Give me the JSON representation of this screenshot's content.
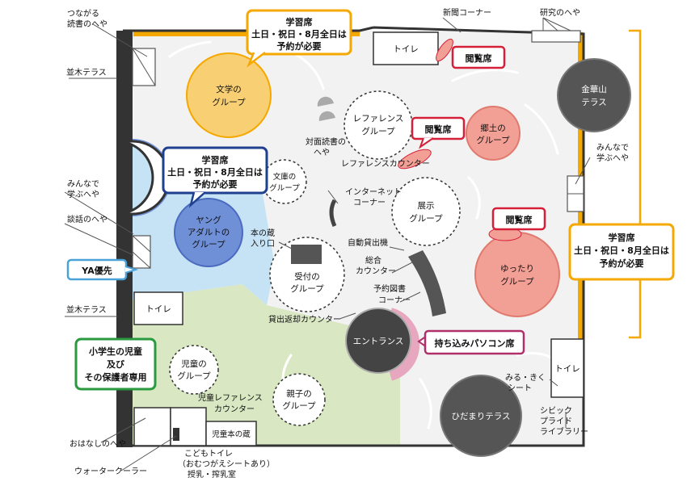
{
  "labels": {
    "tsunagaru1": "つながる",
    "tsunagaru2": "読書のへや",
    "namiki_top": "並木テラス",
    "minna_left1": "みんなで",
    "minna_left2": "学ぶへや",
    "danwa": "談話のへや",
    "ya": "YA優先",
    "namiki_bottom": "並木テラス",
    "children_note1": "小学生の児童",
    "children_note2": "及び",
    "children_note3": "その保護者専用",
    "ohanashi": "おはなしのへや",
    "water": "ウォータークーラー",
    "kodomo_toilet1": "こどもトイレ",
    "kodomo_toilet2": "（おむつがえシートあり）",
    "kodomo_toilet3": "授乳・搾乳室",
    "shinbun": "新聞コーナー",
    "kenkyu": "研究のへや",
    "minna_right1": "みんなで",
    "minna_right2": "学ぶへや",
    "miru1": "みる・きく",
    "miru2": "シート",
    "civic1": "シビック",
    "civic2": "プライド",
    "civic3": "ライブラリー"
  },
  "callouts": {
    "study_top": [
      "学習席",
      "土日・祝日・8月全日は",
      "予約が必要"
    ],
    "study_left": [
      "学習席",
      "土日・祝日・8月全日は",
      "予約が必要"
    ],
    "study_right": [
      "学習席",
      "土日・祝日・8月全日は",
      "予約が必要"
    ],
    "reading1": "閲覧席",
    "reading2": "閲覧席",
    "reading3": "閲覧席",
    "pc": "持ち込みパソコン席"
  },
  "zones": {
    "bungaku": [
      "文学の",
      "グループ"
    ],
    "reference": [
      "レファレンス",
      "グループ"
    ],
    "kyodo": [
      "郷土の",
      "グループ"
    ],
    "kinkazan": [
      "金華山",
      "テラス"
    ],
    "bunko": [
      "文庫の",
      "グループ"
    ],
    "young": [
      "ヤング",
      "アダルトの",
      "グループ"
    ],
    "tenji": [
      "展示",
      "グループ"
    ],
    "yuttari": [
      "ゆったり",
      "グループ"
    ],
    "uketsuke": [
      "受付の",
      "グループ"
    ],
    "entrance": "エントランス",
    "jido": [
      "児童の",
      "グループ"
    ],
    "oyako": [
      "親子の",
      "グループ"
    ],
    "hidamari": "ひだまりテラス"
  },
  "facilities": {
    "toilet_top": "トイレ",
    "toilet_left": "トイレ",
    "toilet_right": "トイレ",
    "jido_kura": "児童本の蔵",
    "taimen1": "対面読書の",
    "taimen2": "へや",
    "ref_counter": "レファレンスカウンター",
    "internet1": "インターネット",
    "internet2": "コーナー",
    "hon_kura1": "本の蔵",
    "hon_kura2": "入り口",
    "jido_kashidashi": "自動貸出機",
    "sogo1": "総合",
    "sogo2": "カウンター",
    "yoyaku1": "予約図書",
    "yoyaku2": "コーナー",
    "kashidashi_henkyaku": "貸出返却カウンター",
    "jido_ref1": "児童レファレンス",
    "jido_ref2": "カウンター"
  },
  "colors": {
    "floor": "#f2f2f2",
    "wall": "#333333",
    "accent_orange": "#f5a800",
    "study_yellow": "#f8cf72",
    "kyodo_pink": "#f2a095",
    "young_blue": "#6f8fd6",
    "ya_area": "#c6e3f5",
    "children_green": "#d9e8c3",
    "terrace_dark": "#555555",
    "reading_red": "#d6203a",
    "navy": "#1f3f8f",
    "green": "#2a9a3f",
    "pc_magenta": "#b0306b",
    "pink_seat": "#e7a8bf",
    "entrance_dark": "#444444"
  }
}
